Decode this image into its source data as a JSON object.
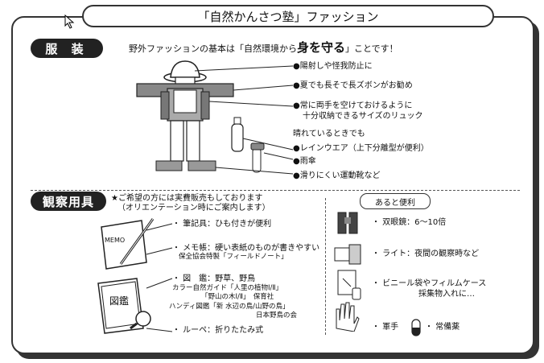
{
  "title": "「自然かんさつ塾」ファッション",
  "clothing": {
    "label": "服 装",
    "intro_prefix": "野外ファッションの基本は「自然環境から",
    "intro_bold": "身を守る",
    "intro_suffix": "」ことです！",
    "items": [
      "●陽射しや怪我防止に",
      "●夏でも長そで長ズボンがお勧め",
      "●常に両手を空けておけるように",
      "十分収納できるサイズのリュック",
      "晴れているときでも",
      "●レインウエア（上下分離型が便利）",
      "●雨傘",
      "●滑りにくい運動靴など"
    ]
  },
  "tools": {
    "label": "観察用具",
    "note_line1": "★ご希望の方には実費販売もしております",
    "note_line2": "（オリエンテーション時にご案内します）",
    "memo_text": "MEMO",
    "zukan_text": "図鑑",
    "items": [
      "・ 筆記具：ひも付きが便利",
      "・ メモ帳：硬い表紙のものが書きやすい",
      "保全協会特製「フィールドノート」",
      "・ 図　鑑：野草、野鳥",
      "カラー自然ガイド「人里の植物Ⅰ/Ⅱ」",
      "「野山の木Ⅰ/Ⅱ」　保育社",
      "ハンディ図鑑「新 水辺の鳥/山野の鳥」",
      "日本野鳥の会",
      "・ ルーペ：折りたたみ式"
    ]
  },
  "extras": {
    "label": "あると便利",
    "items": [
      "・ 双眼鏡：6〜10倍",
      "・ ライト：夜間の観察時など",
      "・ ビニール袋やフィルムケース",
      "採集物入れに…",
      "・ 軍手",
      "・ 常備薬"
    ]
  }
}
